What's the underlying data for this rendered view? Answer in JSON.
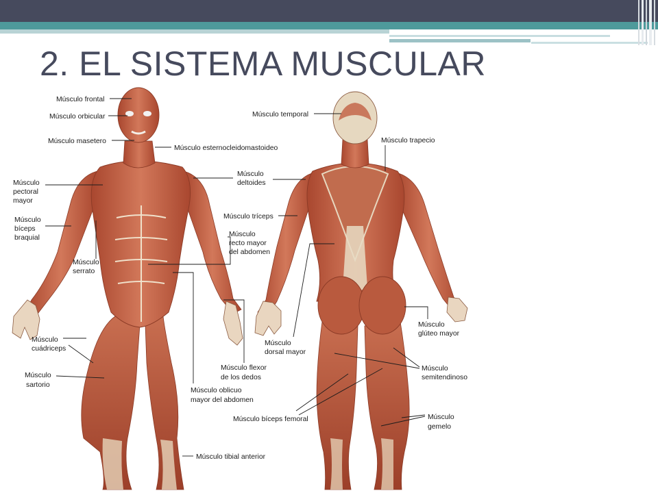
{
  "slide": {
    "title": "2. EL SISTEMA MUSCULAR",
    "colors": {
      "title": "#464a5d",
      "top_bar": "#464a5d",
      "accent": "#4e9a9b",
      "muscle": "#c3664a",
      "tendon": "#e8dcc4"
    }
  },
  "diagram": {
    "front_labels": {
      "frontal": "Músculo frontal",
      "orbicular": "Músculo orbicular",
      "masetero": "Músculo masetero",
      "esternocleidomastoideo": "Músculo esternocleidomastoideo",
      "deltoides_1": "Músculo",
      "deltoides_2": "deltoides",
      "pectoral_1": "Músculo",
      "pectoral_2": "pectoral",
      "pectoral_3": "mayor",
      "biceps_1": "Músculo",
      "biceps_2": "bíceps",
      "biceps_3": "braquial",
      "serrato_1": "Músculo",
      "serrato_2": "serrato",
      "recto_1": "Músculo",
      "recto_2": "recto mayor",
      "recto_3": "del abdomen",
      "cuadriceps_1": "Músculo",
      "cuadriceps_2": "cuádriceps",
      "sartorio_1": "Músculo",
      "sartorio_2": "sartorio",
      "flexor_1": "Músculo flexor",
      "flexor_2": "de los dedos",
      "oblicuo_1": "Músculo oblicuo",
      "oblicuo_2": "mayor del abdomen",
      "tibial": "Músculo tibial anterior"
    },
    "back_labels": {
      "temporal": "Músculo temporal",
      "trapecio": "Músculo trapecio",
      "triceps": "Músculo tríceps",
      "dorsal_1": "Músculo",
      "dorsal_2": "dorsal mayor",
      "gluteo_1": "Músculo",
      "gluteo_2": "glúteo mayor",
      "semitendinoso_1": "Músculo",
      "semitendinoso_2": "semitendinoso",
      "biceps_femoral": "Músculo bíceps femoral",
      "gemelo_1": "Músculo",
      "gemelo_2": "gemelo"
    }
  }
}
